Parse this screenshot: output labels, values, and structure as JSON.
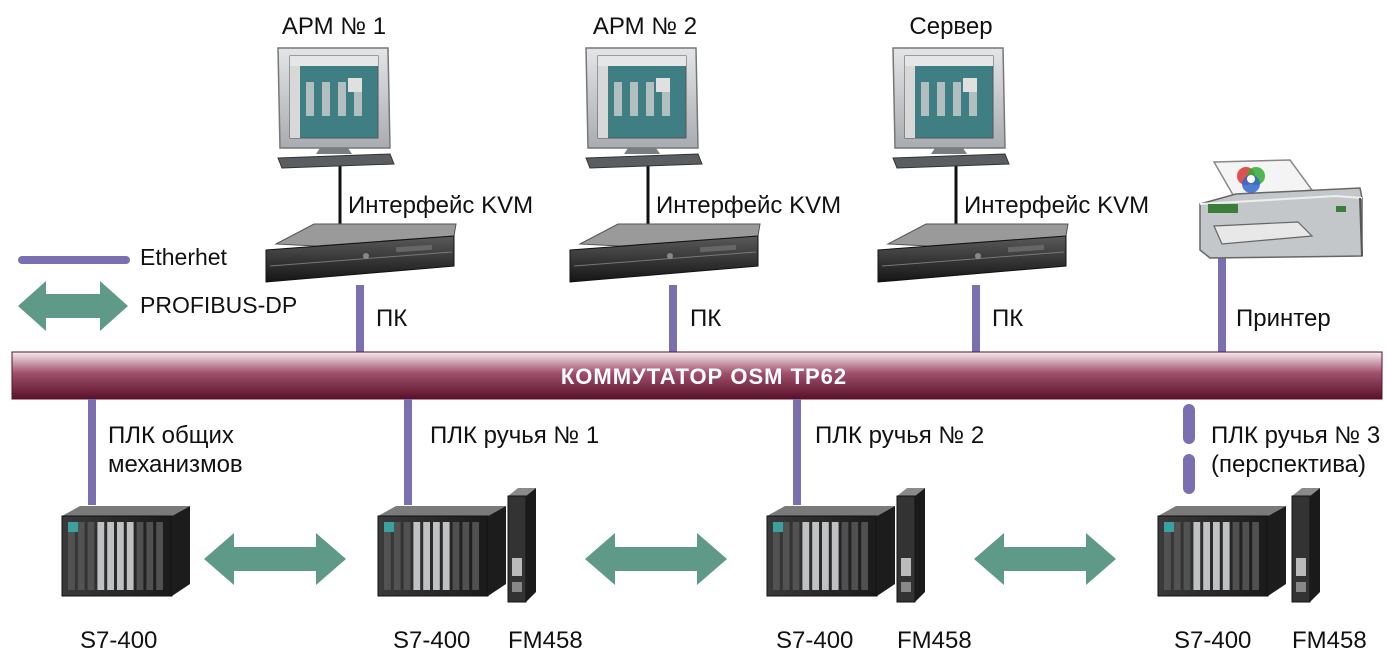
{
  "colors": {
    "ethernet": "#7b6fb0",
    "profibus": "#5f9a88",
    "switch_dark": "#6e1a36",
    "switch_light": "#f3e6ea",
    "device_dark": "#2b2b2b",
    "monitor_body": "#c9cccf",
    "screen": "#3f7f84"
  },
  "legend": {
    "ethernet": "Etherhet",
    "profibus": "PROFIBUS-DP"
  },
  "switch": {
    "label": "КОММУТАТОР OSM TP62"
  },
  "workstations": [
    {
      "title": "АРМ № 1",
      "interface": "Интерфейс KVM",
      "pc": "ПК"
    },
    {
      "title": "АРМ № 2",
      "interface": "Интерфейс KVM",
      "pc": "ПК"
    },
    {
      "title": "Сервер",
      "interface": "Интерфейс KVM",
      "pc": "ПК"
    }
  ],
  "printer": {
    "label": "Принтер"
  },
  "plcs": [
    {
      "name_line1": "ПЛК общих",
      "name_line2": "механизмов",
      "model": "S7-400",
      "module": ""
    },
    {
      "name_line1": "ПЛК ручья № 1",
      "name_line2": "",
      "model": "S7-400",
      "module": "FM458"
    },
    {
      "name_line1": "ПЛК ручья № 2",
      "name_line2": "",
      "model": "S7-400",
      "module": "FM458"
    },
    {
      "name_line1": "ПЛК ручья № 3",
      "name_line2": "(перспектива)",
      "model": "S7-400",
      "module": "FM458"
    }
  ]
}
